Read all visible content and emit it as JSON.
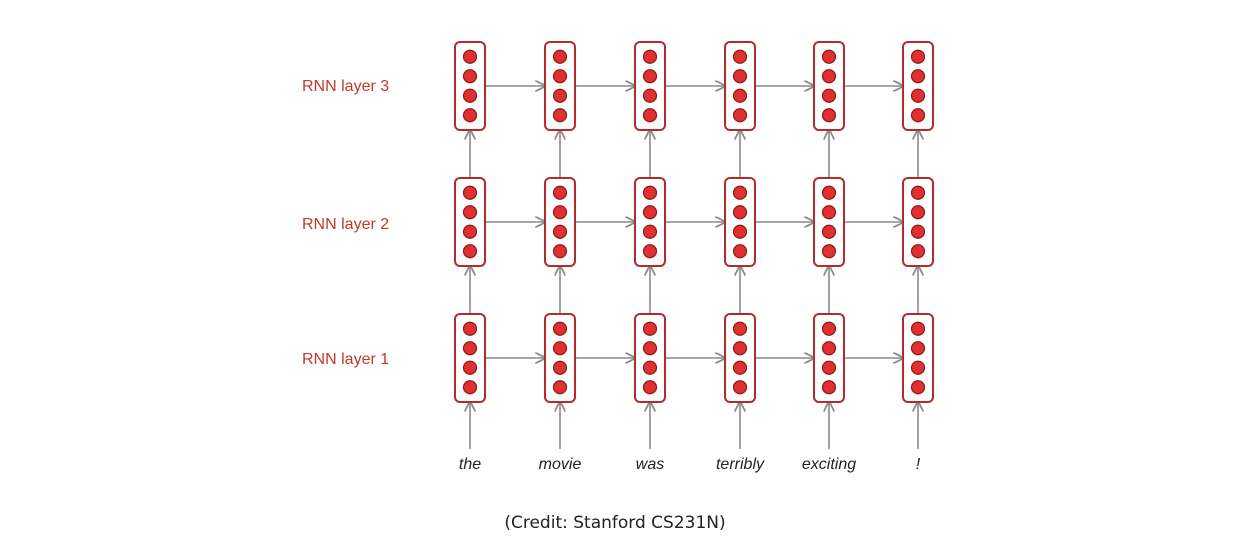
{
  "layers": [
    {
      "label": "RNN layer 3"
    },
    {
      "label": "RNN layer 2"
    },
    {
      "label": "RNN layer 1"
    }
  ],
  "words": [
    "the",
    "movie",
    "was",
    "terribly",
    "exciting",
    "!"
  ],
  "units_per_cell": 4,
  "credit": "(Credit: Stanford CS231N)",
  "colors": {
    "label": "#c0392b",
    "cell_border": "#b52a2a",
    "unit_fill": "#e03030",
    "arrow": "#8a8a8a"
  }
}
